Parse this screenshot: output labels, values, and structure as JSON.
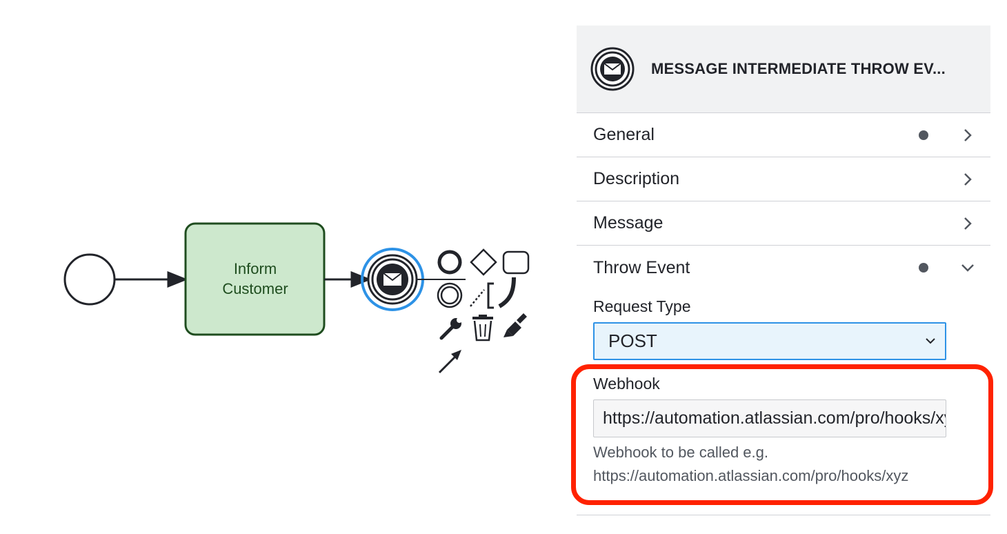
{
  "diagram": {
    "task": {
      "line1": "Inform",
      "line2": "Customer"
    }
  },
  "panel": {
    "title": "MESSAGE INTERMEDIATE THROW EV...",
    "groups": [
      {
        "label": "General",
        "has_entries": true,
        "expanded": false
      },
      {
        "label": "Description",
        "has_entries": false,
        "expanded": false
      },
      {
        "label": "Message",
        "has_entries": false,
        "expanded": false
      },
      {
        "label": "Throw Event",
        "has_entries": true,
        "expanded": true
      }
    ],
    "request_type": {
      "label": "Request Type",
      "value": "POST"
    },
    "webhook": {
      "label": "Webhook",
      "value": "https://automation.atlassian.com/pro/hooks/xyz",
      "hint_line1": "Webhook to be called e.g.",
      "hint_line2": "https://automation.atlassian.com/pro/hooks/xyz"
    }
  },
  "colors": {
    "task_fill": "#cde8cd",
    "task_stroke": "#1f4d1f",
    "selection": "#2d92e6",
    "highlight": "#ff2200",
    "header_bg": "#f1f2f3",
    "select_bg": "#e8f4fc"
  }
}
